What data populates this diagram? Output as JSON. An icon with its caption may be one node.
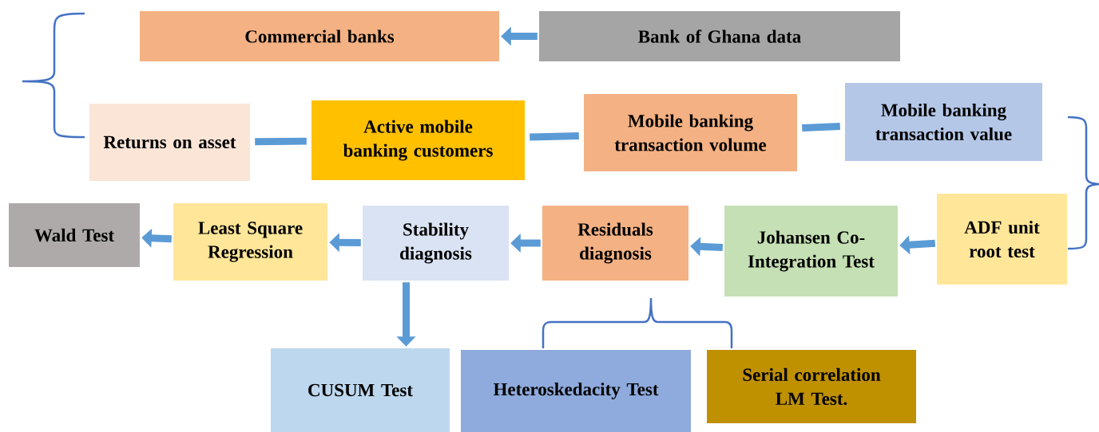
{
  "diagram": {
    "nodes": [
      {
        "text": [
          "Commercial banks"
        ]
      },
      {
        "text": [
          "Bank of Ghana data"
        ]
      },
      {
        "text": [
          "Returns on asset"
        ]
      },
      {
        "text": [
          "Active mobile banking customers"
        ]
      },
      {
        "text": [
          "Mobile banking transaction volume"
        ]
      },
      {
        "text": [
          "Mobile banking transaction value"
        ]
      },
      {
        "text": [
          "Wald Test"
        ]
      },
      {
        "text": [
          "Least Square Regression"
        ]
      },
      {
        "text": [
          "Stability diagnosis"
        ]
      },
      {
        "text": [
          "Residuals diagnosis"
        ]
      },
      {
        "text": [
          "Johansen Co-Integration Test"
        ]
      },
      {
        "text": [
          "ADF unit root test"
        ]
      },
      {
        "text": [
          "CUSUM Test"
        ]
      },
      {
        "text": [
          "Heteroskedacity Test"
        ]
      },
      {
        "text": [
          "Serial correlation LM Test."
        ]
      }
    ],
    "edges": [
      {
        "from": 1,
        "to": 0,
        "arrow": "to"
      },
      {
        "from": 2,
        "to": 3,
        "arrow": "none"
      },
      {
        "from": 3,
        "to": 4,
        "arrow": "none"
      },
      {
        "from": 4,
        "to": 5,
        "arrow": "none"
      },
      {
        "from": 11,
        "to": 10,
        "arrow": "to"
      },
      {
        "from": 10,
        "to": 9,
        "arrow": "to"
      },
      {
        "from": 9,
        "to": 8,
        "arrow": "to"
      },
      {
        "from": 8,
        "to": 7,
        "arrow": "to"
      },
      {
        "from": 7,
        "to": 6,
        "arrow": "to"
      },
      {
        "from": 8,
        "to": 12,
        "arrow": "to"
      }
    ]
  }
}
